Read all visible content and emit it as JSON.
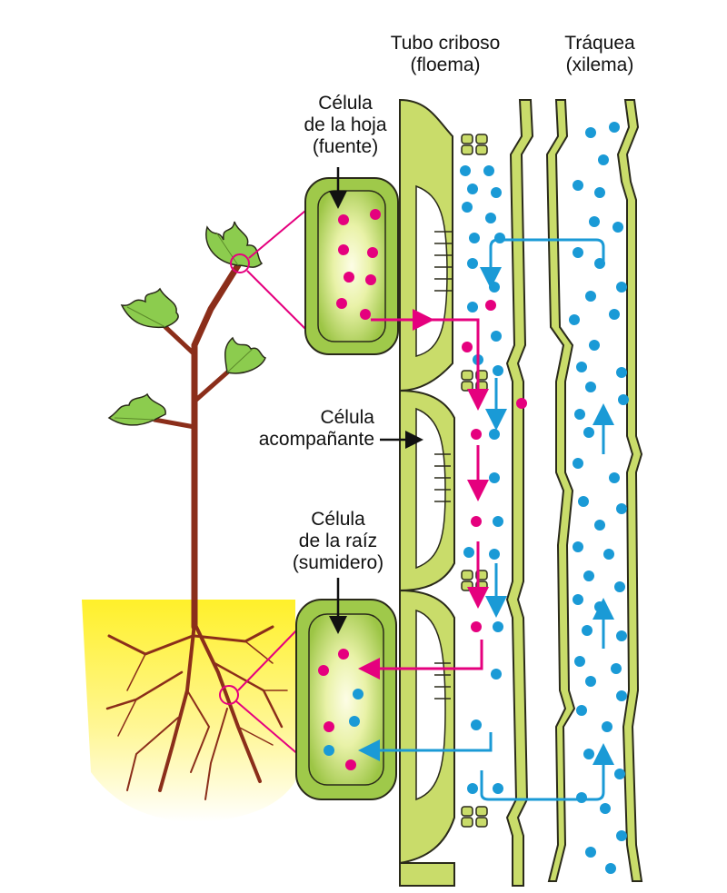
{
  "labels": {
    "sieve_tube_line1": "Tubo criboso",
    "sieve_tube_line2": "(floema)",
    "vessel_line1": "Tráquea",
    "vessel_line2": "(xilema)",
    "leaf_line1": "Célula",
    "leaf_line2": "de la hoja",
    "leaf_line3": "(fuente)",
    "companion_line1": "Célula",
    "companion_line2": "acompañante",
    "root_line1": "Célula",
    "root_line2": "de la raíz",
    "root_line3": "(sumidero)"
  },
  "colors": {
    "wall": "#c9dc6a",
    "wall_outline": "#2a2a1a",
    "cell_fill": "#9fc94a",
    "cell_center": "#fbfbe0",
    "sugar": "#e5007e",
    "water": "#1a9ad6",
    "stem": "#8b2e1a",
    "leaf": "#8ccc4e",
    "soil": "#fff33a"
  },
  "icons": [
    "leaf-icon",
    "arrow-icon",
    "sugar-dot",
    "water-dot"
  ]
}
